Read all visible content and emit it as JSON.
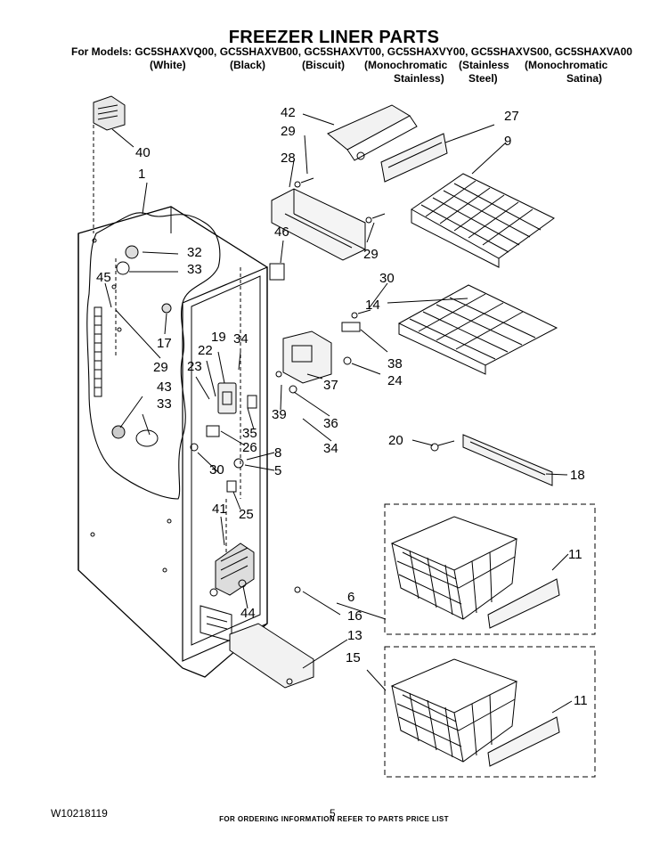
{
  "header": {
    "title": "FREEZER LINER PARTS",
    "models_line": "For Models: GC5SHAXVQ00, GC5SHAXVB00, GC5SHAXVT00, GC5SHAXVY00, GC5SHAXVS00, GC5SHAXVA00",
    "colors": [
      "(White)",
      "(Black)",
      "(Biscuit)",
      "(Monochromatic Stainless)",
      "(Stainless Steel)",
      "(Monochromatic Satina)"
    ],
    "color_lines": {
      "white": "(White)",
      "black": "(Black)",
      "biscuit": "(Biscuit)",
      "mono1_a": "(Monochromatic",
      "mono1_b": "Stainless)",
      "stainless_a": "(Stainless",
      "stainless_b": "Steel)",
      "mono2_a": "(Monochromatic",
      "mono2_b": "Satina)"
    }
  },
  "callouts": [
    "40",
    "1",
    "42",
    "29",
    "28",
    "27",
    "9",
    "46",
    "29",
    "32",
    "33",
    "45",
    "17",
    "29",
    "30",
    "14",
    "38",
    "24",
    "19",
    "34",
    "22",
    "23",
    "37",
    "36",
    "34",
    "39",
    "43",
    "33",
    "35",
    "26",
    "8",
    "5",
    "30",
    "20",
    "18",
    "25",
    "41",
    "44",
    "6",
    "16",
    "13",
    "15",
    "11",
    "11"
  ],
  "footer": {
    "ordering_info": "FOR ORDERING INFORMATION REFER TO PARTS PRICE LIST",
    "document_number": "W10218119",
    "page_number": "5"
  }
}
